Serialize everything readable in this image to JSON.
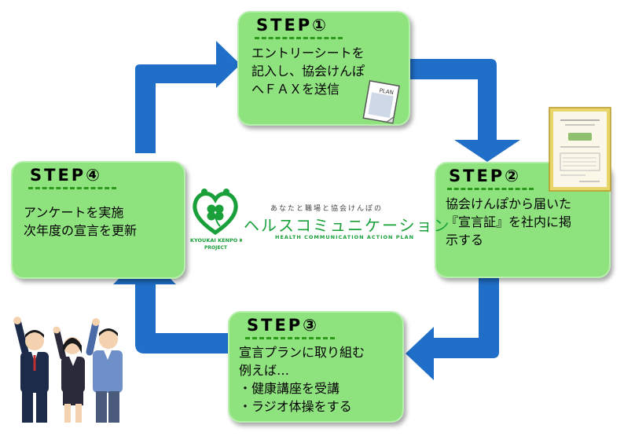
{
  "steps": [
    {
      "title": "STEP①",
      "lines": [
        "エントリーシートを",
        "記入し、協会けんぽ",
        "へＦＡＸを送信"
      ]
    },
    {
      "title": "STEP②",
      "lines": [
        "協会けんぽから届いた",
        "『宣言証』を社内に掲",
        "示する"
      ]
    },
    {
      "title": "STEP③",
      "lines": [
        "宣言プランに取り組む",
        "例えば…",
        "・健康講座を受講",
        "・ラジオ体操をする"
      ]
    },
    {
      "title": "STEP④",
      "lines": [
        "アンケートを実施",
        "次年度の宣言を更新"
      ]
    }
  ],
  "plan_sheet": {
    "label": "PLAN"
  },
  "logo": {
    "tagline": "あなたと職場と協会けんぽの",
    "name": "ヘルスコミュニケーション",
    "subtitle": "HEALTH COMMUNICATION ACTION PLAN",
    "arc_text": "KYOUKAI KENPO KYOTO",
    "project": "PROJECT"
  },
  "colors": {
    "card": "#8fe37f",
    "arrow": "#1f6fc8",
    "logo_green": "#1aa03a",
    "dash": "#2e9a1c"
  }
}
